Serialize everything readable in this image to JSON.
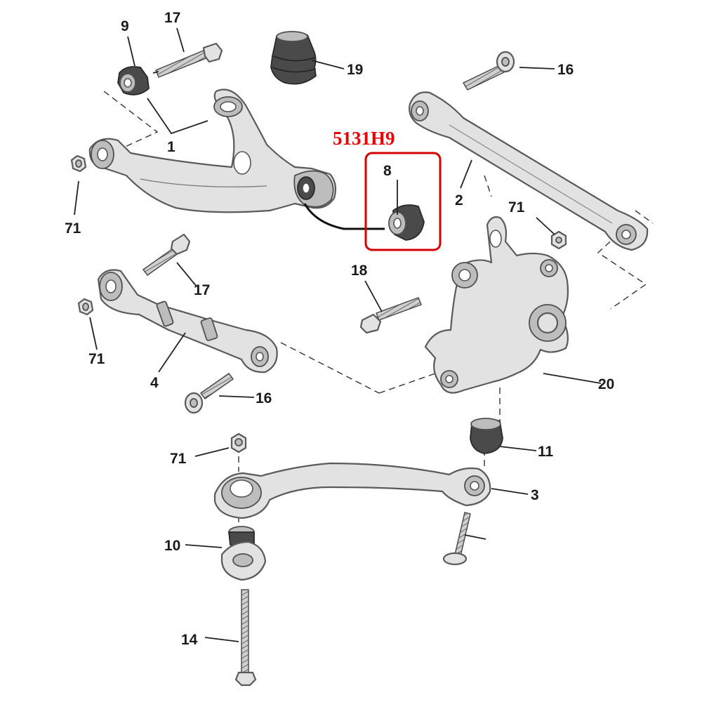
{
  "highlight": {
    "part_code": "5131H9",
    "color": "#e60000"
  },
  "callouts": {
    "c1": "1",
    "c2": "2",
    "c3": "3",
    "c4": "4",
    "c8": "8",
    "c9": "9",
    "c10": "10",
    "c11": "11",
    "c14": "14",
    "c16a": "16",
    "c16b": "16",
    "c17a": "17",
    "c17b": "17",
    "c18": "18",
    "c19": "19",
    "c20": "20",
    "c71a": "71",
    "c71b": "71",
    "c71c": "71",
    "c71d": "71"
  }
}
